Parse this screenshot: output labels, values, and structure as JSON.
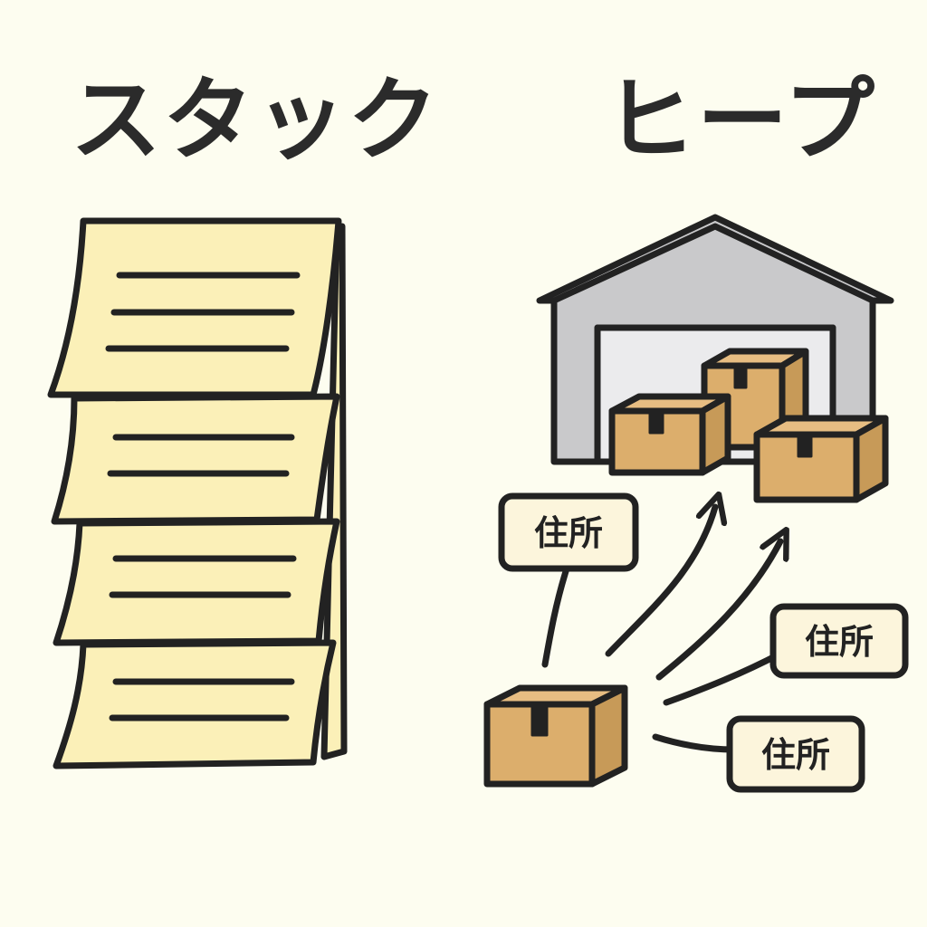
{
  "stack": {
    "title": "スタック",
    "icon": "stacked-paper-sheets-icon",
    "sheet_count": 4
  },
  "heap": {
    "title": "ヒープ",
    "icon": "warehouse-with-boxes-icon",
    "address_tags": [
      {
        "label": "住所"
      },
      {
        "label": "住所"
      },
      {
        "label": "住所"
      }
    ]
  },
  "colors": {
    "background": "#fdfdf0",
    "paper": "#fbf0b8",
    "outline": "#222222",
    "warehouse": "#c9c9cb",
    "box": "#dcae6c",
    "box_side": "#c79a58",
    "tag_fill": "#fcf5dc"
  }
}
